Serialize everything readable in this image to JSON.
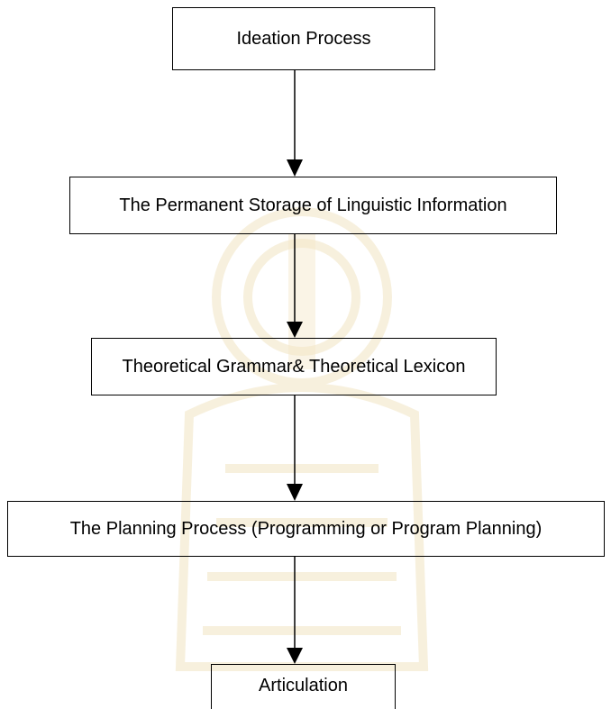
{
  "diagram": {
    "nodes": [
      {
        "id": "n1",
        "label": "Ideation Process"
      },
      {
        "id": "n2",
        "label": "The Permanent Storage of Linguistic Information"
      },
      {
        "id": "n3",
        "label": "Theoretical Grammar& Theoretical Lexicon"
      },
      {
        "id": "n4",
        "label": "The Planning Process (Programming or Program Planning)"
      },
      {
        "id": "n5",
        "label": "Articulation"
      }
    ],
    "edges": [
      {
        "from": "n1",
        "to": "n2"
      },
      {
        "from": "n2",
        "to": "n3"
      },
      {
        "from": "n3",
        "to": "n4"
      },
      {
        "from": "n4",
        "to": "n5"
      }
    ],
    "colors": {
      "stroke": "#000000",
      "watermark": "#f3e7c7",
      "background": "#ffffff"
    }
  }
}
